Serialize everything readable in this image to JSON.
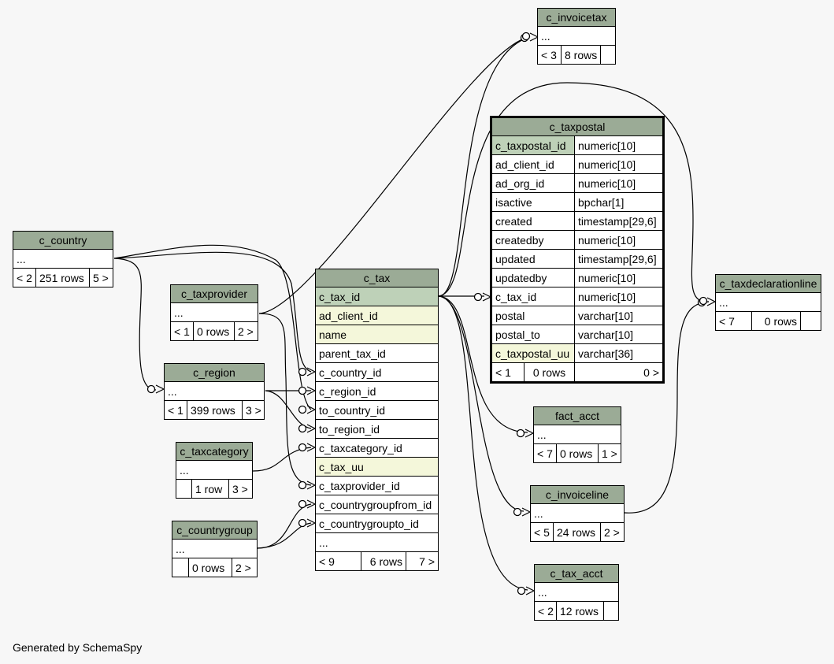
{
  "footer": "Generated by SchemaSpy",
  "tables": {
    "c_invoicetax": {
      "name": "c_invoicetax",
      "ellipsis": "...",
      "parents": "< 3",
      "rows": "8 rows",
      "children": ""
    },
    "c_taxpostal": {
      "name": "c_taxpostal",
      "columns": [
        {
          "name": "c_taxpostal_id",
          "type": "numeric[10]",
          "kind": "pk"
        },
        {
          "name": "ad_client_id",
          "type": "numeric[10]",
          "kind": ""
        },
        {
          "name": "ad_org_id",
          "type": "numeric[10]",
          "kind": ""
        },
        {
          "name": "isactive",
          "type": "bpchar[1]",
          "kind": ""
        },
        {
          "name": "created",
          "type": "timestamp[29,6]",
          "kind": ""
        },
        {
          "name": "createdby",
          "type": "numeric[10]",
          "kind": ""
        },
        {
          "name": "updated",
          "type": "timestamp[29,6]",
          "kind": ""
        },
        {
          "name": "updatedby",
          "type": "numeric[10]",
          "kind": ""
        },
        {
          "name": "c_tax_id",
          "type": "numeric[10]",
          "kind": ""
        },
        {
          "name": "postal",
          "type": "varchar[10]",
          "kind": ""
        },
        {
          "name": "postal_to",
          "type": "varchar[10]",
          "kind": ""
        },
        {
          "name": "c_taxpostal_uu",
          "type": "varchar[36]",
          "kind": "idx"
        }
      ],
      "parents": "< 1",
      "rows": "0 rows",
      "children": "0 >"
    },
    "c_country": {
      "name": "c_country",
      "ellipsis": "...",
      "parents": "< 2",
      "rows": "251 rows",
      "children": "5 >"
    },
    "c_taxprovider": {
      "name": "c_taxprovider",
      "ellipsis": "...",
      "parents": "< 1",
      "rows": "0 rows",
      "children": "2 >"
    },
    "c_tax": {
      "name": "c_tax",
      "columns": [
        {
          "name": "c_tax_id",
          "kind": "pk"
        },
        {
          "name": "ad_client_id",
          "kind": "idx"
        },
        {
          "name": "name",
          "kind": "idx"
        },
        {
          "name": "parent_tax_id",
          "kind": ""
        },
        {
          "name": "c_country_id",
          "kind": ""
        },
        {
          "name": "c_region_id",
          "kind": ""
        },
        {
          "name": "to_country_id",
          "kind": ""
        },
        {
          "name": "to_region_id",
          "kind": ""
        },
        {
          "name": "c_taxcategory_id",
          "kind": ""
        },
        {
          "name": "c_tax_uu",
          "kind": "idx"
        },
        {
          "name": "c_taxprovider_id",
          "kind": ""
        },
        {
          "name": "c_countrygroupfrom_id",
          "kind": ""
        },
        {
          "name": "c_countrygroupto_id",
          "kind": ""
        },
        {
          "name": "...",
          "kind": ""
        }
      ],
      "parents": "< 9",
      "rows": "6 rows",
      "children": "7 >"
    },
    "c_taxdeclarationline": {
      "name": "c_taxdeclarationline",
      "ellipsis": "...",
      "parents": "< 7",
      "rows": "0 rows",
      "children": ""
    },
    "c_region": {
      "name": "c_region",
      "ellipsis": "...",
      "parents": "< 1",
      "rows": "399 rows",
      "children": "3 >"
    },
    "fact_acct": {
      "name": "fact_acct",
      "ellipsis": "...",
      "parents": "< 7",
      "rows": "0 rows",
      "children": "1 >"
    },
    "c_taxcategory": {
      "name": "c_taxcategory",
      "ellipsis": "...",
      "parents": "",
      "rows": "1 row",
      "children": "3 >"
    },
    "c_invoiceline": {
      "name": "c_invoiceline",
      "ellipsis": "...",
      "parents": "< 5",
      "rows": "24 rows",
      "children": "2 >"
    },
    "c_countrygroup": {
      "name": "c_countrygroup",
      "ellipsis": "...",
      "parents": "",
      "rows": "0 rows",
      "children": "2 >"
    },
    "c_tax_acct": {
      "name": "c_tax_acct",
      "ellipsis": "...",
      "parents": "< 2",
      "rows": "12 rows",
      "children": ""
    }
  }
}
